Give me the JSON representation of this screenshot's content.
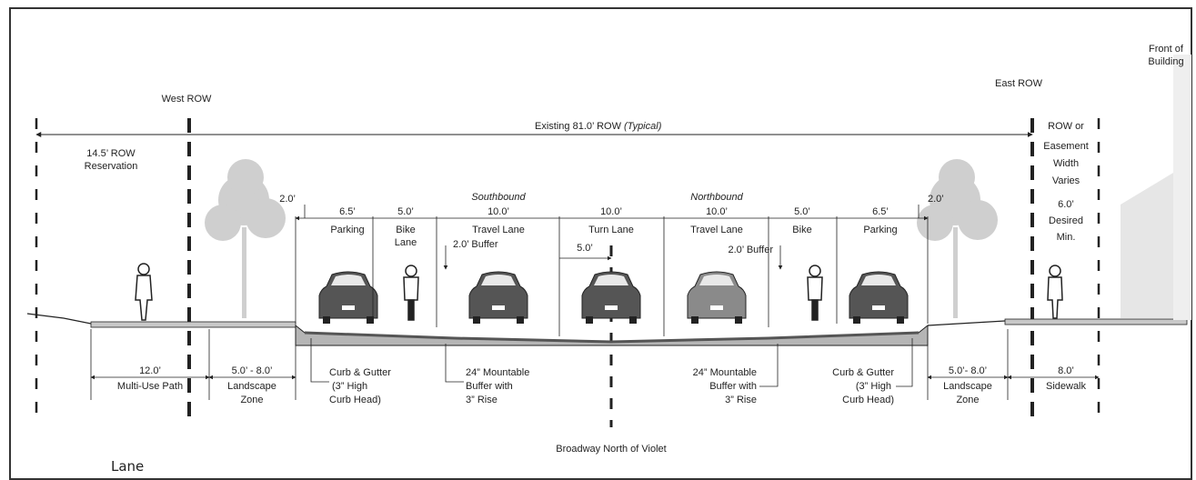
{
  "row_labels": {
    "west_row": "West ROW",
    "east_row": "East ROW",
    "front_of_building_1": "Front of",
    "front_of_building_2": "Building",
    "existing_row": "Existing 81.0’ ROW",
    "existing_row_typ": "(Typical)"
  },
  "reservation": {
    "line1": "14.5’ ROW",
    "line2": "Reservation"
  },
  "easement": {
    "line1": "ROW or",
    "line2": "Easement",
    "line3": "Width",
    "line4": "Varies",
    "line5": "6.0’",
    "line6": "Desired",
    "line7": "Min."
  },
  "directions": {
    "southbound": "Southbound",
    "northbound": "Northbound"
  },
  "top_dims": {
    "gutter_w": "2.0’",
    "parking_w_dim": "6.5’",
    "parking_w_lbl": "Parking",
    "bike_w_dim": "5.0’",
    "bike_w_lbl1": "Bike",
    "bike_w_lbl2": "Lane",
    "sb_dim": "10.0’",
    "sb_lbl": "Travel Lane",
    "turn_dim": "10.0’",
    "turn_lbl": "Turn Lane",
    "nb_dim": "10.0’",
    "nb_lbl": "Travel Lane",
    "bike_e_dim": "5.0’",
    "bike_e_lbl": "Bike",
    "parking_e_dim": "6.5’",
    "parking_e_lbl": "Parking",
    "gutter_e": "2.0’",
    "buffer_w": "2.0’ Buffer",
    "buffer_e": "2.0’ Buffer",
    "median_half": "5.0’"
  },
  "bottom_dims": {
    "mup_dim": "12.0’",
    "mup_lbl": "Multi-Use Path",
    "land_w_dim": "5.0’ - 8.0’",
    "land_w_lbl1": "Landscape",
    "land_w_lbl2": "Zone",
    "curb_w_1": "Curb & Gutter",
    "curb_w_2": "(3” High",
    "curb_w_3": "Curb Head)",
    "mount_w_1": "24” Mountable",
    "mount_w_2": "Buffer with",
    "mount_w_3": "3” Rise",
    "mount_e_1": "24” Mountable",
    "mount_e_2": "Buffer with",
    "mount_e_3": "3” Rise",
    "curb_e_1": "Curb & Gutter",
    "curb_e_2": "(3” High",
    "curb_e_3": "Curb Head)",
    "land_e_dim": "5.0’- 8.0’",
    "land_e_lbl1": "Landscape",
    "land_e_lbl2": "Zone",
    "sidewalk_dim": "8.0’",
    "sidewalk_lbl": "Sidewalk"
  },
  "caption": "Broadway North of Violet",
  "stray_text": "Lane",
  "colors": {
    "ink": "#222222",
    "tree": "#c9c9c9",
    "pavement": "#9a9a9a",
    "car_dark": "#555555",
    "car_light": "#8a8a8a"
  }
}
